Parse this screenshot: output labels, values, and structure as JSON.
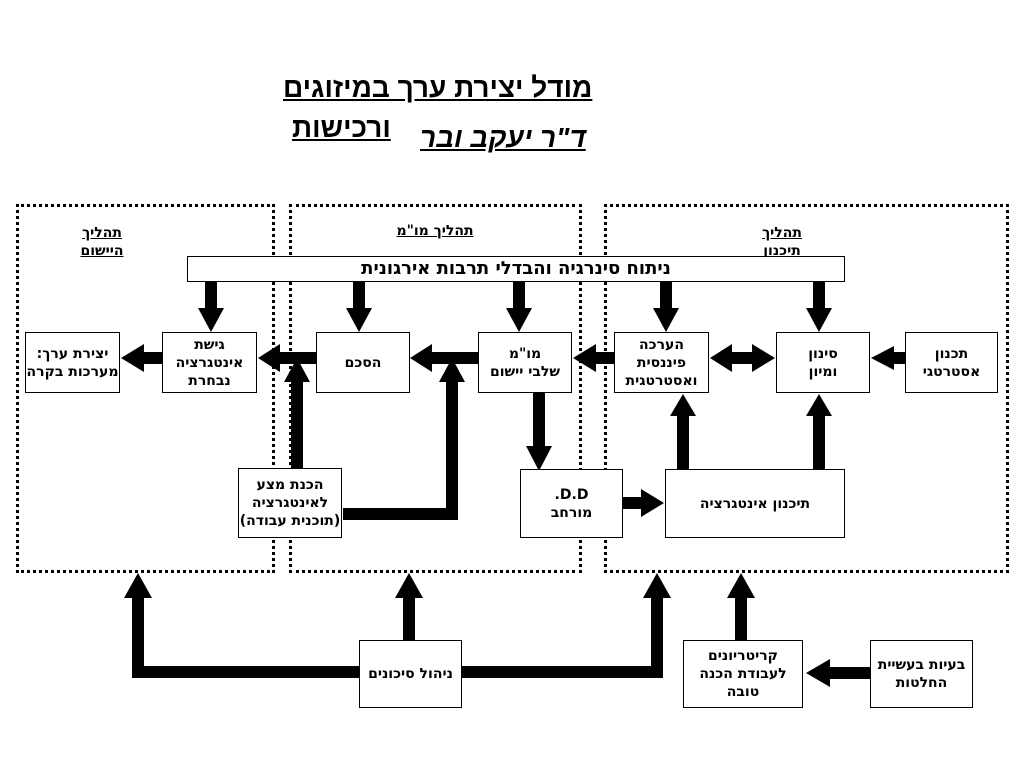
{
  "title": {
    "line1": "מודל יצירת ערך במיזוגים",
    "line2_part1": "ורכישות",
    "line2_author": "ד\"ר יעקב ובר"
  },
  "regions": {
    "implementation": "תהליך\nהיישום",
    "negotiation": "תהליך מו\"מ",
    "planning": "תהליך\nתיכנון"
  },
  "banner": "ניתוח סינרגיה והבדלי תרבות אירגונית",
  "boxes": {
    "strategic_planning": "תכנון\nאסטרטגי",
    "screening": "סינון\nומיון",
    "financial_eval": "הערכה\nפיננסית\nואסטרטגית",
    "negotiation_stages": "מו\"מ\nשלבי יישום",
    "agreement": "הסכם",
    "integration_approach": "גישת\nאינטגרציה\nנבחרת",
    "value_creation": "יצירת ערך:\nמערכות בקרה",
    "integration_prep": "הכנת מצע\nלאינטגרציה\n(תוכנית עבודה)",
    "dd": "D.D.\nמורחב",
    "integration_planning": "תיכנון אינטגרציה",
    "risk_management": "ניהול סיכונים",
    "criteria": "קריטריונים\nלעבודת הכנה טובה",
    "decision_problems": "בעיות בעשיית\nהחלטות"
  }
}
